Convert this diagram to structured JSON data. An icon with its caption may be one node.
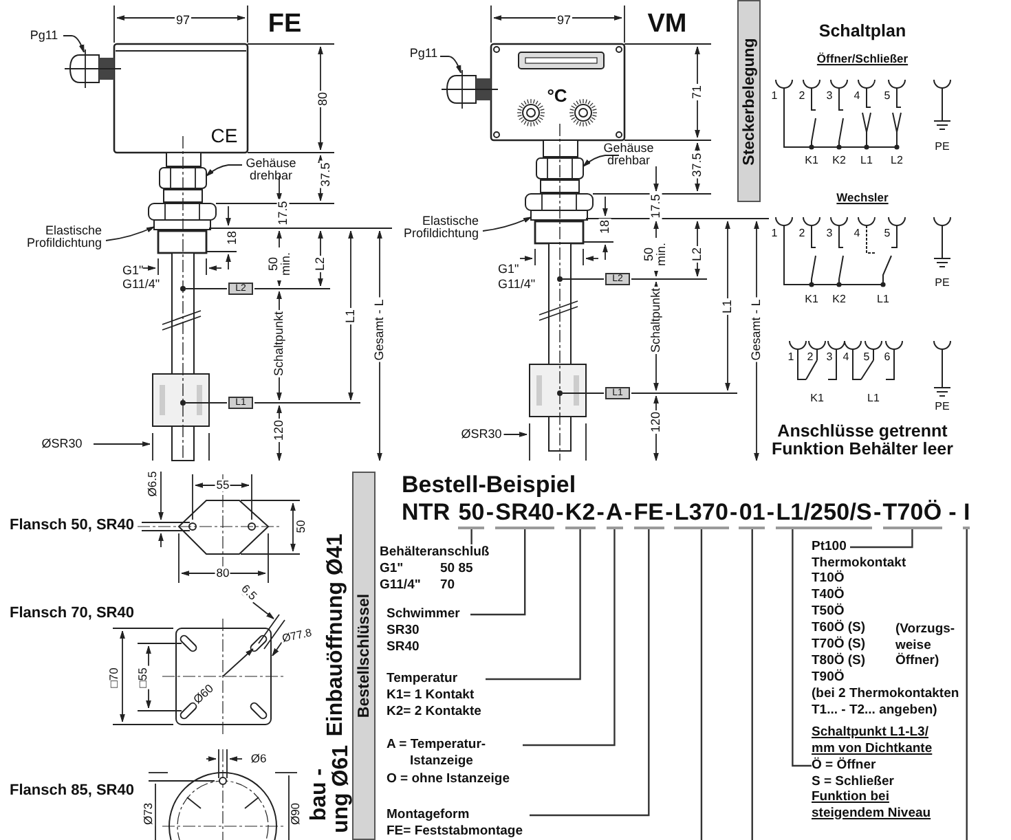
{
  "diagram": {
    "nodes": [
      {
        "text": [
          "Steckerbelegung"
        ]
      },
      {
        "text": [
          "Bestellschlüssel"
        ]
      },
      {
        "text": [
          "50"
        ],
        "beside": [
          "-"
        ]
      },
      {
        "text": [
          "SR40"
        ],
        "beside": [
          "-"
        ]
      },
      {
        "text": [
          "K2"
        ],
        "beside": [
          "-"
        ]
      },
      {
        "text": [
          "A"
        ],
        "beside": [
          "-"
        ]
      },
      {
        "text": [
          "FE"
        ],
        "beside": [
          "-"
        ]
      },
      {
        "text": [
          "L370"
        ],
        "beside": [
          "-"
        ]
      },
      {
        "text": [
          "01"
        ],
        "beside": [
          "-"
        ]
      },
      {
        "text": [
          "L1/250/S"
        ],
        "beside": [
          "-"
        ]
      },
      {
        "text": [
          "T70Ö"
        ],
        "beside": [
          "-"
        ]
      },
      {
        "text": [
          "I"
        ]
      },
      {
        "text": [
          "Behälteranschluß",
          "G1\"",
          "50 85",
          "G11/4\"",
          "70"
        ]
      },
      {
        "text": [
          "Schwimmer",
          "SR30",
          "SR40"
        ]
      },
      {
        "text": [
          "Temperatur",
          "K1= 1 Kontakt",
          "K2= 2 Kontakte"
        ]
      },
      {
        "text": [
          "A = Temperatur-Istanzeige",
          "O = ohne Istanzeige"
        ]
      },
      {
        "text": [
          "Montageform",
          "FE= Feststabmontage"
        ]
      },
      {
        "text": [
          "Pt100",
          "Thermokontakt",
          "T10Ö",
          "T40Ö",
          "T50Ö",
          "T60Ö (S)",
          "T70Ö (S)",
          "T80Ö (S)",
          "(Vorzugs-weise Öffner)",
          "T90Ö",
          "(bei 2 Thermokontakten T1... - T2... angeben)"
        ]
      },
      {
        "text": [
          "Schaltpunkt L1-L3/ mm von Dichtkante",
          "Ö = Öffner",
          "S = Schließer",
          "Funktion bei steigendem Niveau"
        ]
      }
    ],
    "edges": [
      {
        "from": 2,
        "to": 12,
        "arrow": "none"
      },
      {
        "from": 3,
        "to": 13,
        "arrow": "none"
      },
      {
        "from": 4,
        "to": 14,
        "arrow": "none"
      },
      {
        "from": 5,
        "to": 15,
        "arrow": "none"
      },
      {
        "from": 6,
        "to": 16,
        "arrow": "none"
      },
      {
        "from": 7,
        "to": null,
        "arrow": "none"
      },
      {
        "from": 8,
        "to": null,
        "arrow": "none"
      },
      {
        "from": 9,
        "to": 18,
        "arrow": "none"
      },
      {
        "from": 10,
        "to": 17,
        "arrow": "none"
      },
      {
        "from": 11,
        "to": null,
        "arrow": "none"
      }
    ],
    "labels": [
      "97",
      "FE",
      "Pg11",
      "CE",
      "80",
      "Gehäuse drehbar",
      "37.5",
      "17.5",
      "Elastische Profildichtung",
      "18",
      "50 min.",
      "L2",
      "G1\"",
      "G11/4\"",
      "L2",
      "Schaltpunkt",
      "L1",
      "Gesamt - L",
      "L1",
      "120",
      "ØSR30",
      "97",
      "VM",
      "Pg11",
      "°C",
      "71",
      "Gehäuse drehbar",
      "37.5",
      "17.5",
      "Elastische Profildichtung",
      "18",
      "50 min.",
      "L2",
      "G1\"",
      "G11/4\"",
      "L2",
      "Schaltpunkt",
      "L1",
      "Gesamt - L",
      "L1",
      "120",
      "ØSR30",
      "Schaltplan",
      "Öffner/Schließer",
      "1",
      "2",
      "3",
      "4",
      "5",
      "K1",
      "K2",
      "L1",
      "L2",
      "PE",
      "Wechsler",
      "1",
      "2",
      "3",
      "4",
      "5",
      "K1",
      "K2",
      "L1",
      "PE",
      "1",
      "2",
      "3",
      "4",
      "5",
      "6",
      "K1",
      "L1",
      "PE",
      "Anschlüsse getrennt",
      "Funktion Behälter leer",
      "Flansch 50, SR40",
      "Ø6.5",
      "55",
      "50",
      "80",
      "Flansch 70, SR40",
      "6.5",
      "Ø77.8",
      "□70",
      "□55",
      "Ø60",
      "Flansch 85, SR40",
      "Ø6",
      "Ø73",
      "Ø90",
      "Einbauöffnung Ø41",
      "bau -",
      "ung Ø61",
      "Bestell-Beispiel",
      "NTR"
    ]
  }
}
